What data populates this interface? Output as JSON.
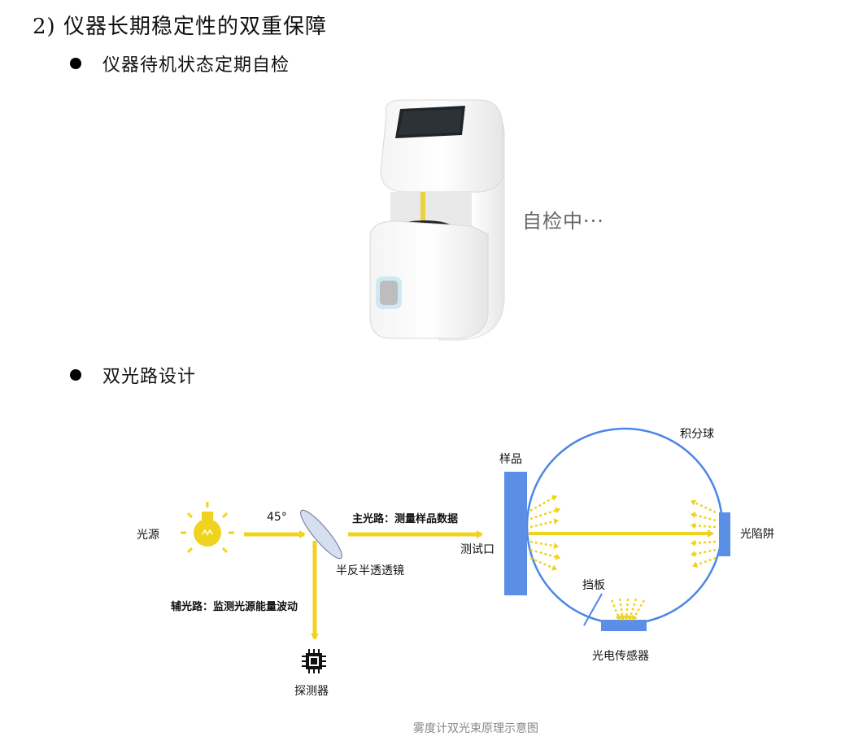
{
  "heading": "2) 仪器长期稳定性的双重保障",
  "bullets": [
    {
      "text": "仪器待机状态定期自检"
    },
    {
      "text": "双光路设计"
    }
  ],
  "device": {
    "status": "自检中···"
  },
  "diagram": {
    "labels": {
      "light_source": "光源",
      "angle": "45°",
      "main_path": "主光路：测量样品数据",
      "beam_splitter": "半反半透透镜",
      "aux_path": "辅光路：监测光源能量波动",
      "detector": "探测器",
      "sample": "样品",
      "test_port": "测试口",
      "sphere": "积分球",
      "light_trap": "光陷阱",
      "baffle": "挡板",
      "photo_sensor": "光电传感器"
    },
    "caption": "雾度计双光束原理示意图"
  },
  "colors": {
    "beam": "#f0d31e",
    "blue": "#5b8fe6",
    "sphere": "#4a86e8"
  }
}
